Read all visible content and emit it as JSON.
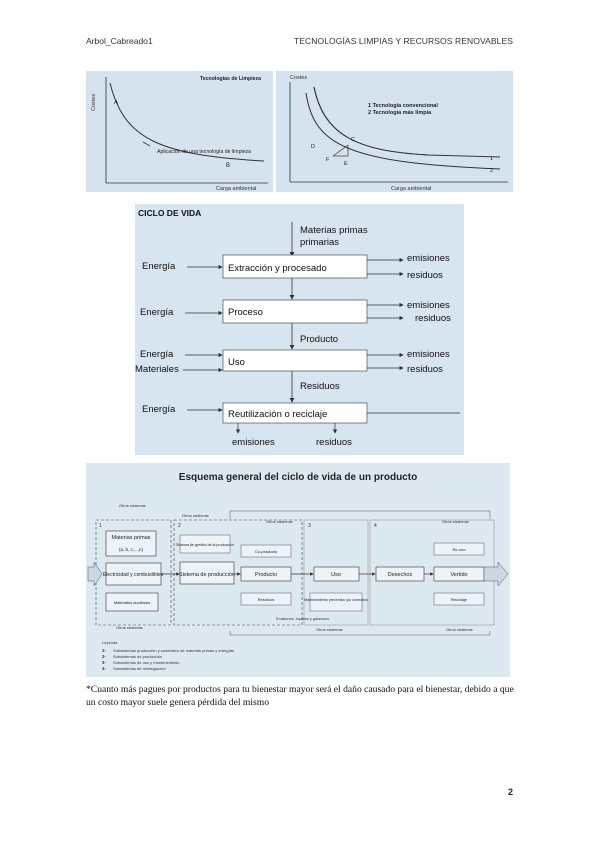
{
  "header": {
    "left": "Arbol_Cabreado1",
    "right": "TECNOLOGÍAS LIMPIAS Y RECURSOS RENOVABLES"
  },
  "figure1": {
    "y_label": "Costes",
    "x_label": "Carga ambiental",
    "title": "Tecnologías de Limpieza",
    "point_a": "A",
    "point_b": "B",
    "annotation": "Aplicación de una tecnología de limpieza"
  },
  "figure2": {
    "y_label": "Costes",
    "x_label": "Carga ambiental",
    "legend_1": "1   Tecnología convencional",
    "legend_2": "2   Tecnología más limpia",
    "p_c": "C",
    "p_d": "D",
    "p_f": "F",
    "p_e": "E",
    "curve_1": "1",
    "curve_2": "2"
  },
  "lifecycle": {
    "title": "CICLO DE VIDA",
    "top_input": "Materias primas",
    "top_input_2": "primarias",
    "stage1": "Extracción y procesado",
    "stage2": "Proceso",
    "stage3": "Uso",
    "stage4": "Reutilización o reciclaje",
    "energy1": "Energía",
    "energy2": "Energía",
    "energy3": "Energía",
    "energy4": "Energía",
    "materials": "Materiales",
    "out1a": "emisiones",
    "out1b": "residuos",
    "out2a": "emisiones",
    "out2b": "residuos",
    "out3a": "emisiones",
    "out3b": "residuos",
    "mid_producto": "Producto",
    "mid_residuos": "Residuos",
    "bottom_emisiones": "emisiones",
    "bottom_residuos": "residuos"
  },
  "scheme": {
    "title": "Esquema general del ciclo de vida de un producto",
    "otros_sistemas": "Otros sistemas",
    "num1": "1",
    "num2": "2",
    "num3": "3",
    "num4": "4",
    "materias_primas": "Materias primas",
    "mp_sub": "(a, b, c,...,n)",
    "electricidad": "Electricidad y combustibles",
    "materiales_aux": "Materiales auxiliares",
    "sistema_gestion": "Sistema de gestión de la producción",
    "sistema_produccion": "Sistema de producción",
    "coproducto": "Co-producto",
    "residuos": "Residuos",
    "producto": "Producto",
    "uso": "Uso",
    "mantenimiento": "Mantenimiento preventivo y/o correctivo",
    "desechos": "Desechos",
    "vertido": "Vertido",
    "reuso": "Re-uso",
    "reciclaje": "Reciclaje",
    "emisiones_liquidas": "Emisiones, líquidos y gaseosos",
    "leyenda": "Leyenda",
    "legend1": "Subsistemas  producción y suministro de materias primas y energías",
    "legend2": "Subsistemas de producción",
    "legend3": "Subsistemas de uso y mantenimiento",
    "legend4": "Subsistemas de reintegración",
    "l1": "1-",
    "l2": "2-",
    "l3": "3-",
    "l4": "4-"
  },
  "note": "*Cuanto más pagues por productos para tu bienestar mayor será el daño causado para el bienestar, debido a que un costo mayor suele genera pérdida del mismo",
  "page_number": "2"
}
